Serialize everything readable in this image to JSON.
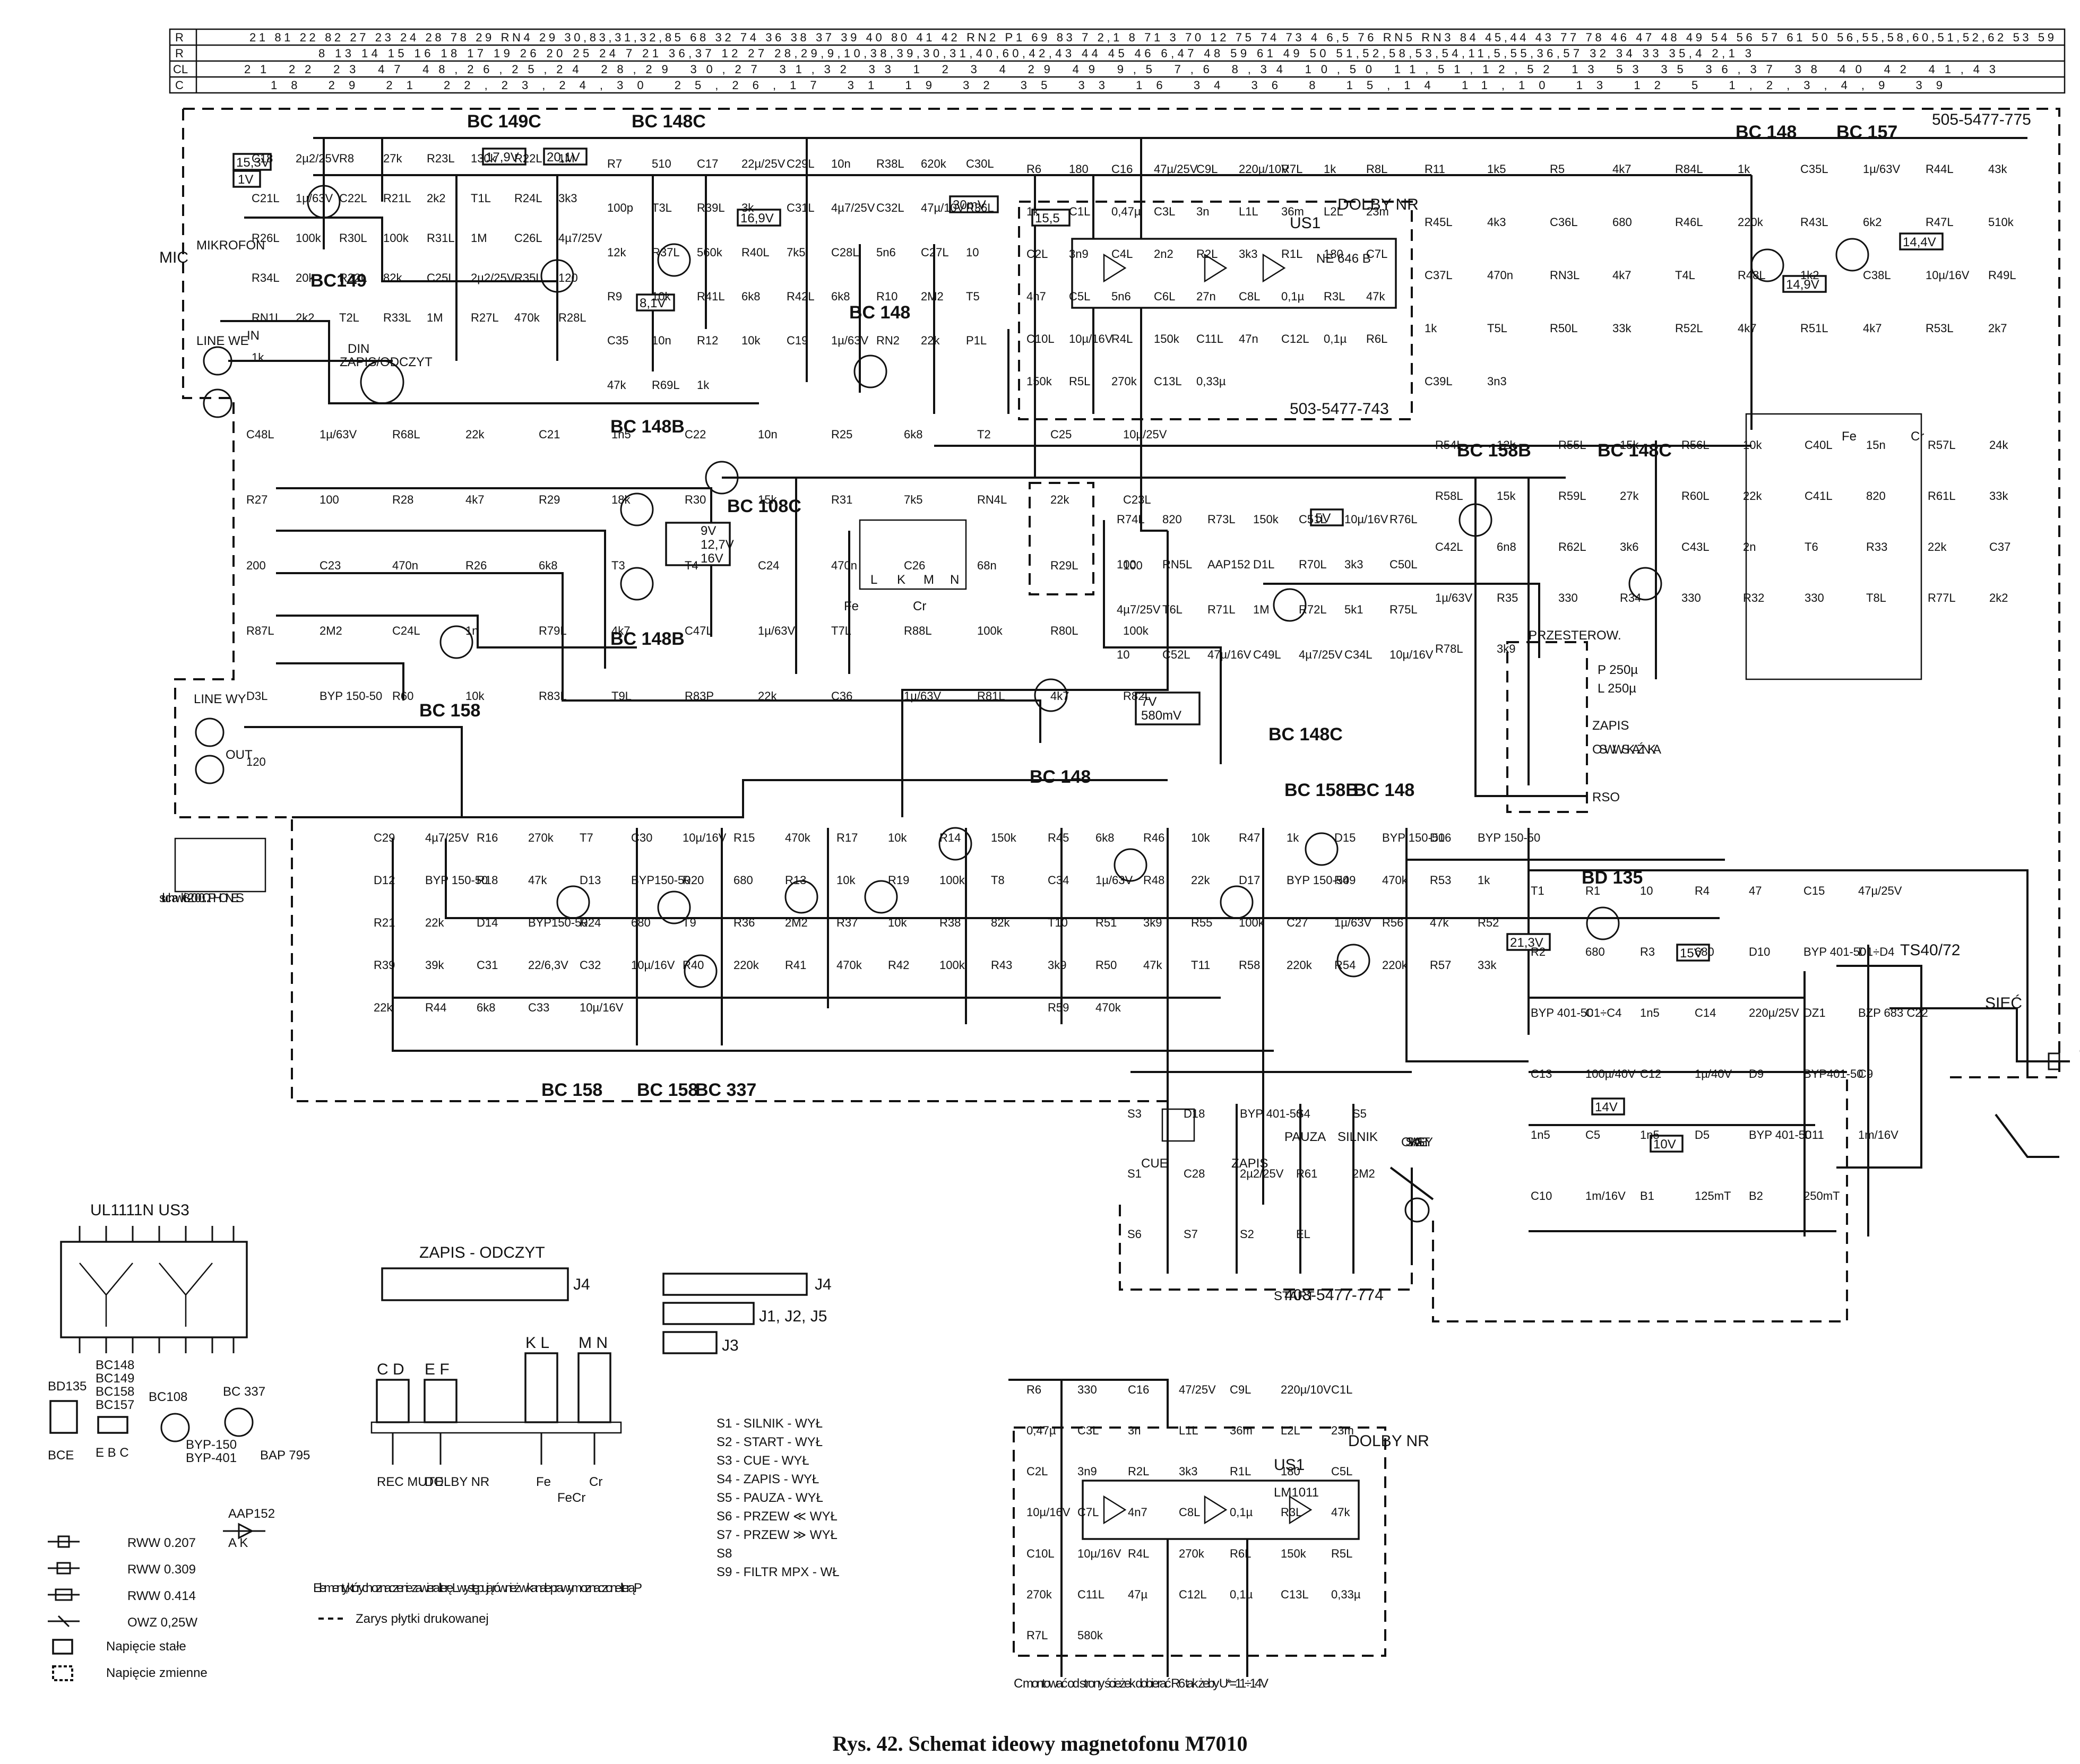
{
  "caption": "Rys. 42. Schemat ideowy magnetofonu M7010",
  "header_rows": {
    "labels": [
      "R",
      "R",
      "CL",
      "C"
    ],
    "row_r1": "21 81 22 82 27 23 24   28 78 29 RN4 29   30,83,31,32,85 68 32 74 36   38   37 39 40 80   41 42 RN2 P1 69 83   7 2,1 8   71 3 70 12 75 74 73 4 6,5 76   RN5 RN3 84 45,44 43 77 78 46 47 48 49 54 56 57 61 50 56,55,58,60,51,52,62 53 59",
    "row_r2": "8   13 14   15 16 18   17   19 26 20 25 24 7 21   36,37   12 27 28,29,9,10,38,39,30,31,40,60,42,43 44   45 46 6,47   48   59 61 49 50 51,52,58,53,54,11,5,55,36,57 32 34   33 35,4 2,1 3",
    "row_cl": "21 22   23 47 48,26,25,24   28,29   30,27 31,32   33   1 2 3 4 29 49 9,5 7,6 8,34 10,50 11,51,12,52 13   53   35 36,37   38 40 42 41,43",
    "row_c": "18   29   21   22,23,24,30 25,26,17 31 19   32   35   33   16 34 36   8   15,14 11,10 13 12 5 1,2,3,4,9   39"
  },
  "board_ids": {
    "main_board": "505-5477-775",
    "dolby_board": "503-5477-743",
    "switch_board": "403-5477-774"
  },
  "transistor_labels": [
    "BC 149C",
    "BC 148C",
    "BC149",
    "BC 148",
    "BC 148B",
    "BC 108C",
    "BC 158",
    "BC 148B",
    "BC 148C",
    "BC 158B",
    "BC 148C",
    "BC 148",
    "BC 157",
    "BC 148",
    "BC 158B",
    "BC 148",
    "BD 135",
    "BC 158",
    "BC 158",
    "BC 337"
  ],
  "ic_labels": {
    "us1": "US1",
    "us1_type": "NE 646 B",
    "dolby": "DOLBY NR",
    "us1_b": "LM1011",
    "us3": "UL1111N  US3"
  },
  "voltage_tags": [
    "15,3V",
    "1V",
    "17,9V",
    "20,1V",
    "8,1V",
    "16,9V",
    "30mV",
    "15,5",
    "5V",
    "9V",
    "12,7V",
    "16V",
    "7V",
    "580mV",
    "14,9V",
    "14,4V",
    "21,3V",
    "15V",
    "14V",
    "10V"
  ],
  "connectors": {
    "mic": "MIC",
    "mikrofon": "MIKROFON",
    "line_we": "LINE WE",
    "in": "IN",
    "din": "DIN",
    "zapis_odczyt": "ZAPIS/ODCZYT",
    "line_wy": "LINE WY",
    "out": "OUT",
    "headphones": "słuchawki 8-2000 Ω PHONES",
    "transformer": "TS40/72",
    "siec": "SIEĆ"
  },
  "switch_bank": [
    "PRZESTEROW.",
    "P 250µ",
    "L 250µ",
    "ZAPIS",
    "OSW. WSKAŹNIKA",
    "RSO"
  ],
  "tape_switches": [
    "Fe",
    "FeCr",
    "Cr",
    "L",
    "K",
    "M",
    "N"
  ],
  "bottom_switches": [
    "CUE",
    "ZAPIS",
    "PAUZA",
    "SILNIK",
    "OSW. KASETY",
    "START"
  ],
  "legend": {
    "switch_list": [
      "S1 - SILNIK - WYŁ",
      "S2 - START - WYŁ",
      "S3 - CUE - WYŁ",
      "S4 - ZAPIS - WYŁ",
      "S5 - PAUZA - WYŁ",
      "S6 - PRZEW ≪ WYŁ",
      "S7 - PRZEW ≫ WYŁ",
      "S8",
      "S9 - FILTR MPX - WŁ"
    ],
    "resistor_types": [
      "RWW 0.207",
      "RWW 0.309",
      "RWW 0.414",
      "OWZ 0,25W"
    ],
    "voltage_types": [
      "Napięcie stałe",
      "Napięcie zmienne"
    ],
    "note": "Elementy, których oznaczenie zawiera literę L występują również w kanale prawym oznaczone literą P",
    "pcb_outline": "Zarys płytki drukowanej",
    "dolby_note": "C   montować od strony ścieżek dobierać R6 tak żeby U*=11÷14V"
  },
  "pinout_labels": [
    "BD135",
    "BCE",
    "BC148",
    "BC149",
    "BC158",
    "BC157",
    "E B C",
    "BC108",
    "BC 337",
    "BYP-150",
    "BYP-401",
    "BAP 795",
    "AAP152",
    "A K"
  ],
  "connector_blocks": {
    "j4_title": "ZAPIS - ODCZYT",
    "j4": "J4",
    "j1": "J1, J2, J5",
    "j3": "J3",
    "blocks": [
      "C D",
      "E F",
      "K L",
      "M N"
    ],
    "block_labels": [
      "REC MUTE",
      "DOLBY NR",
      "Fe",
      "Cr",
      "FeCr"
    ]
  },
  "component_labels": {
    "top_left": [
      "C18",
      "2µ2/25V",
      "R8",
      "27k",
      "R23L",
      "130k",
      "R22L",
      "1M",
      "C21L",
      "1µ/63V",
      "C22L",
      "R21L",
      "2k2",
      "T1L",
      "R24L",
      "3k3",
      "R26L",
      "100k",
      "R30L",
      "100k",
      "R31L",
      "1M",
      "C26L",
      "4µ7/25V",
      "R34L",
      "20k",
      "R32L",
      "82k",
      "C25L",
      "2µ2/25V",
      "R35L",
      "120",
      "RN1L",
      "2k2",
      "T2L",
      "R33L",
      "1M",
      "R27L",
      "470k",
      "R28L",
      "1k"
    ],
    "top_middle": [
      "R7",
      "510",
      "C17",
      "22µ/25V",
      "C29L",
      "10n",
      "R38L",
      "620k",
      "C30L",
      "100p",
      "T3L",
      "R39L",
      "3k",
      "C31L",
      "4µ7/25V",
      "C32L",
      "47µ/10V",
      "R36L",
      "12k",
      "R37L",
      "560k",
      "R40L",
      "7k5",
      "C28L",
      "5n6",
      "C27L",
      "10",
      "R9",
      "10k",
      "R41L",
      "6k8",
      "R42L",
      "6k8",
      "R10",
      "2M2",
      "T5",
      "C35",
      "10n",
      "R12",
      "10k",
      "C19",
      "1µ/63V",
      "RN2",
      "22k",
      "P1L",
      "47k",
      "R69L",
      "1k"
    ],
    "dolby_top": [
      "R6",
      "180",
      "C16",
      "47µ/25V",
      "C9L",
      "220µ/10V",
      "R7L",
      "1k",
      "R8L",
      "1k",
      "C1L",
      "0,47µ",
      "C3L",
      "3n",
      "L1L",
      "36m",
      "L2L",
      "23m",
      "C2L",
      "3n9",
      "C4L",
      "2n2",
      "R2L",
      "3k3",
      "R1L",
      "180",
      "C7L",
      "4n7",
      "C5L",
      "5n6",
      "C6L",
      "27n",
      "C8L",
      "0,1µ",
      "R3L",
      "47k",
      "C10L",
      "10µ/16V",
      "R4L",
      "150k",
      "C11L",
      "47n",
      "C12L",
      "0,1µ",
      "R6L",
      "150k",
      "R5L",
      "270k",
      "C13L",
      "0,33µ"
    ],
    "right_top": [
      "R11",
      "1k5",
      "R5",
      "4k7",
      "R84L",
      "1k",
      "C35L",
      "1µ/63V",
      "R44L",
      "43k",
      "R45L",
      "4k3",
      "C36L",
      "680",
      "R46L",
      "220k",
      "R43L",
      "6k2",
      "R47L",
      "510k",
      "C37L",
      "470n",
      "RN3L",
      "4k7",
      "T4L",
      "R48L",
      "1k2",
      "C38L",
      "10µ/16V",
      "R49L",
      "1k",
      "T5L",
      "R50L",
      "33k",
      "R52L",
      "4k7",
      "R51L",
      "4k7",
      "R53L",
      "2k7",
      "C39L",
      "3n3"
    ],
    "right_mid": [
      "R54L",
      "12k",
      "R55L",
      "15k",
      "R56L",
      "10k",
      "C40L",
      "15n",
      "R57L",
      "24k",
      "R58L",
      "15k",
      "R59L",
      "27k",
      "R60L",
      "22k",
      "C41L",
      "820",
      "R61L",
      "33k",
      "C42L",
      "6n8",
      "R62L",
      "3k6",
      "C43L",
      "2n",
      "T6",
      "R33",
      "22k",
      "C37",
      "1µ/63V",
      "R35",
      "330",
      "R34",
      "330",
      "R32",
      "330",
      "T8L",
      "R77L",
      "2k2",
      "R78L",
      "3k9"
    ],
    "middle": [
      "C48L",
      "1µ/63V",
      "R68L",
      "22k",
      "C21",
      "1n5",
      "C22",
      "10n",
      "R25",
      "6k8",
      "T2",
      "C25",
      "10µ/25V",
      "R27",
      "100",
      "R28",
      "4k7",
      "R29",
      "18k",
      "R30",
      "15k",
      "R31",
      "7k5",
      "RN4L",
      "22k",
      "C23L",
      "200",
      "C23",
      "470n",
      "R26",
      "6k8",
      "T3",
      "T4",
      "C24",
      "470n",
      "C26",
      "68n",
      "R29L",
      "100",
      "R87L",
      "2M2",
      "C24L",
      "1n",
      "R79L",
      "4k7",
      "C47L",
      "1µ/63V",
      "T7L",
      "R88L",
      "100k",
      "R80L",
      "100k",
      "D3L",
      "BYP 150-50",
      "R60",
      "10k",
      "R83L",
      "T9L",
      "R83P",
      "22k",
      "C36",
      "1µ/63V",
      "R81L",
      "4k7",
      "R82L",
      "120"
    ],
    "middle_right": [
      "R74L",
      "820",
      "R73L",
      "150k",
      "C51L",
      "10µ/16V",
      "R76L",
      "100",
      "RN5L",
      "AAP152",
      "D1L",
      "R70L",
      "3k3",
      "C50L",
      "4µ7/25V",
      "T6L",
      "R71L",
      "1M",
      "R72L",
      "5k1",
      "R75L",
      "10",
      "C52L",
      "47µ/16V",
      "C49L",
      "4µ7/25V",
      "C34L",
      "10µ/16V"
    ],
    "bottom_left": [
      "C29",
      "4µ7/25V",
      "R16",
      "270k",
      "T7",
      "C30",
      "10µ/16V",
      "R15",
      "470k",
      "R17",
      "10k",
      "R14",
      "150k",
      "D12",
      "BYP 150-50",
      "R18",
      "47k",
      "D13",
      "BYP150-50",
      "R20",
      "680",
      "R13",
      "10k",
      "R19",
      "100k",
      "T8",
      "R21",
      "22k",
      "D14",
      "BYP150-50",
      "R24",
      "680",
      "T9",
      "R36",
      "2M2",
      "R37",
      "10k",
      "R38",
      "82k",
      "R39",
      "39k",
      "C31",
      "22/6,3V",
      "C32",
      "10µ/16V",
      "R40",
      "220k",
      "R41",
      "470k",
      "R42",
      "100k",
      "R43",
      "22k",
      "R44",
      "6k8",
      "C33",
      "10µ/16V"
    ],
    "bottom_mid": [
      "R45",
      "6k8",
      "R46",
      "10k",
      "R47",
      "1k",
      "D15",
      "BYP 150-50",
      "D16",
      "BYP 150-50",
      "C34",
      "1µ/63V",
      "R48",
      "22k",
      "D17",
      "BYP 150-50",
      "R49",
      "470k",
      "R53",
      "1k",
      "T10",
      "R51",
      "3k9",
      "R55",
      "100k",
      "C27",
      "1µ/63V",
      "R56",
      "47k",
      "R52",
      "3k9",
      "R50",
      "47k",
      "T11",
      "R58",
      "220k",
      "R54",
      "220k",
      "R57",
      "33k",
      "R59",
      "470k"
    ],
    "power": [
      "T1",
      "R1",
      "10",
      "R4",
      "47",
      "C15",
      "47µ/25V",
      "R2",
      "680",
      "R3",
      "680",
      "D10",
      "BYP 401-50",
      "D1÷D4",
      "BYP 401-50",
      "C1÷C4",
      "1n5",
      "C14",
      "220µ/25V",
      "DZ1",
      "BZP 683 C22",
      "C13",
      "100µ/40V",
      "C12",
      "1µ/40V",
      "D9",
      "BYP401-50",
      "C9",
      "1n5",
      "C5",
      "1n5",
      "D5",
      "BYP 401-50",
      "C11",
      "1m/16V",
      "C10",
      "1m/16V",
      "B1",
      "125mT",
      "B2",
      "250mT"
    ],
    "switches_bottom": [
      "S3",
      "D18",
      "BYP 401-50",
      "S4",
      "S5",
      "S1",
      "C28",
      "2µ2/25V",
      "R61",
      "2M2",
      "S6",
      "S7",
      "S2",
      "EL"
    ],
    "dolby_bottom": [
      "R6",
      "330",
      "C16",
      "47/25V",
      "C9L",
      "220µ/10V",
      "C1L",
      "0,47µ",
      "C3L",
      "3n",
      "L1L",
      "36m",
      "L2L",
      "23m",
      "C2L",
      "3n9",
      "R2L",
      "3k3",
      "R1L",
      "180",
      "C5L",
      "10µ/16V",
      "C7L",
      "4n7",
      "C8L",
      "0,1µ",
      "R3L",
      "47k",
      "C10L",
      "10µ/16V",
      "R4L",
      "270k",
      "R6L",
      "150k",
      "R5L",
      "270k",
      "C11L",
      "47µ",
      "C12L",
      "0,1µ",
      "C13L",
      "0,33µ",
      "R7L",
      "580k"
    ]
  }
}
